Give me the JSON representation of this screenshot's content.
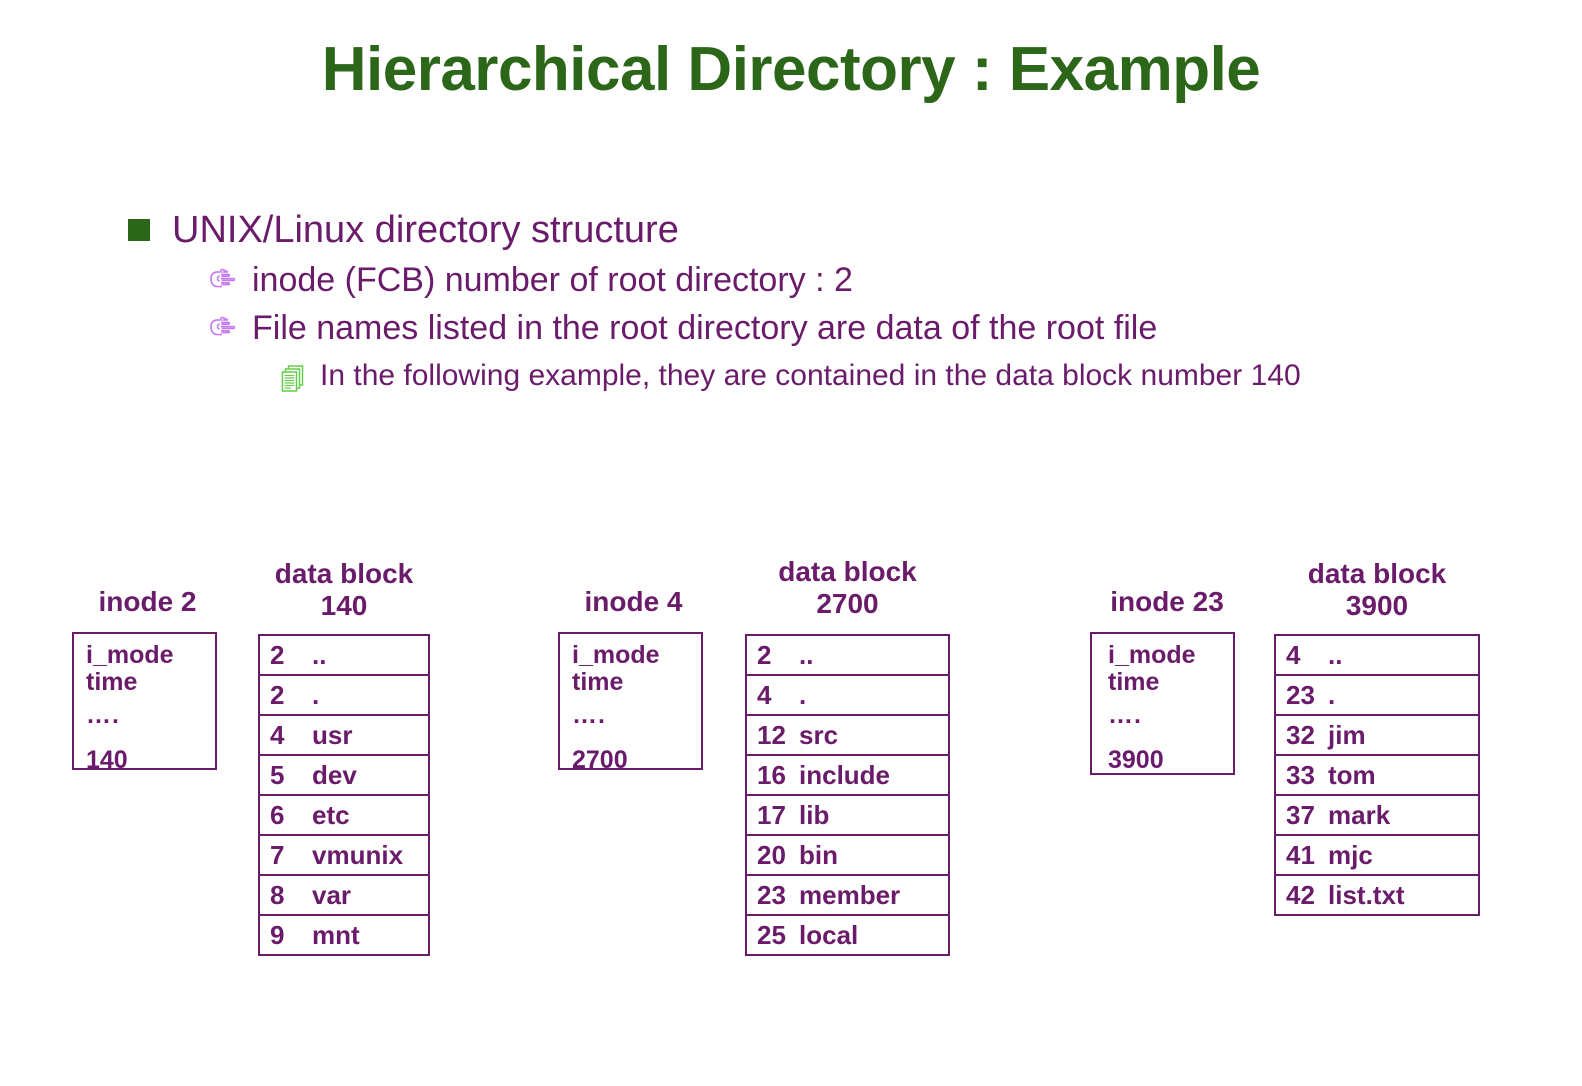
{
  "slide": {
    "title": "Hierarchical Directory : Example",
    "title_color": "#2c6618",
    "text_color": "#6a1b6a",
    "accent_marker_color": "#c77bf0",
    "doc_marker_color": "#66cc4d"
  },
  "bullets": [
    {
      "level": 1,
      "marker": "green-square-bullet",
      "text": "UNIX/Linux directory structure"
    },
    {
      "level": 2,
      "marker": "pointing-hand-bullet",
      "text": "inode (FCB) number of root directory : 2"
    },
    {
      "level": 2,
      "marker": "pointing-hand-bullet",
      "text": "File names listed in the root directory are data of the root file"
    },
    {
      "level": 3,
      "marker": "documents-bullet",
      "text": "In the following example, they are contained in the data block number 140"
    }
  ],
  "diagram": {
    "inodes": [
      {
        "caption": "inode 2",
        "lines": [
          "i_mode",
          "time",
          "….",
          "140"
        ]
      },
      {
        "caption": "inode 4",
        "lines": [
          "i_mode",
          "time",
          "….",
          "2700"
        ]
      },
      {
        "caption": "inode 23",
        "lines": [
          "i_mode",
          "time",
          "….",
          "3900"
        ]
      }
    ],
    "data_blocks": [
      {
        "caption_line1": "data block",
        "caption_line2": "140",
        "entries": [
          {
            "inode": "2",
            "name": ".."
          },
          {
            "inode": "2",
            "name": "."
          },
          {
            "inode": "4",
            "name": "usr"
          },
          {
            "inode": "5",
            "name": "dev"
          },
          {
            "inode": "6",
            "name": "etc"
          },
          {
            "inode": "7",
            "name": "vmunix"
          },
          {
            "inode": "8",
            "name": "var"
          },
          {
            "inode": "9",
            "name": "mnt"
          }
        ]
      },
      {
        "caption_line1": "data block",
        "caption_line2": "2700",
        "entries": [
          {
            "inode": "2",
            "name": ".."
          },
          {
            "inode": "4",
            "name": "."
          },
          {
            "inode": "12",
            "name": "src"
          },
          {
            "inode": "16",
            "name": "include"
          },
          {
            "inode": "17",
            "name": "lib"
          },
          {
            "inode": "20",
            "name": "bin"
          },
          {
            "inode": "23",
            "name": "member"
          },
          {
            "inode": "25",
            "name": "local"
          }
        ]
      },
      {
        "caption_line1": "data block",
        "caption_line2": "3900",
        "entries": [
          {
            "inode": "4",
            "name": ".."
          },
          {
            "inode": "23",
            "name": "."
          },
          {
            "inode": "32",
            "name": "jim"
          },
          {
            "inode": "33",
            "name": "tom"
          },
          {
            "inode": "37",
            "name": "mark"
          },
          {
            "inode": "41",
            "name": "mjc"
          },
          {
            "inode": "42",
            "name": "list.txt"
          }
        ]
      }
    ]
  }
}
